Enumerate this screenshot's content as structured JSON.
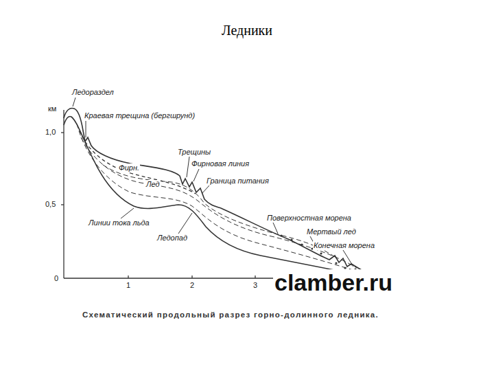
{
  "diagram": {
    "title": "Ледники",
    "caption": "Схематический продольный разрез горно-долинного ледника.",
    "labels": [
      "Ледораздел",
      "км",
      "1,0",
      "Краевая трещина (бергшрунд)",
      "Фирн.",
      "Лед",
      "Трещины",
      "Фирновая линия",
      "Граница питания",
      "0,5",
      "Поверхностная морена",
      "Мертвый лед",
      "Конечная морена",
      "Линии тока льда",
      "Ледопад",
      "0",
      "1",
      "2",
      "3",
      "clamber.ru"
    ]
  }
}
